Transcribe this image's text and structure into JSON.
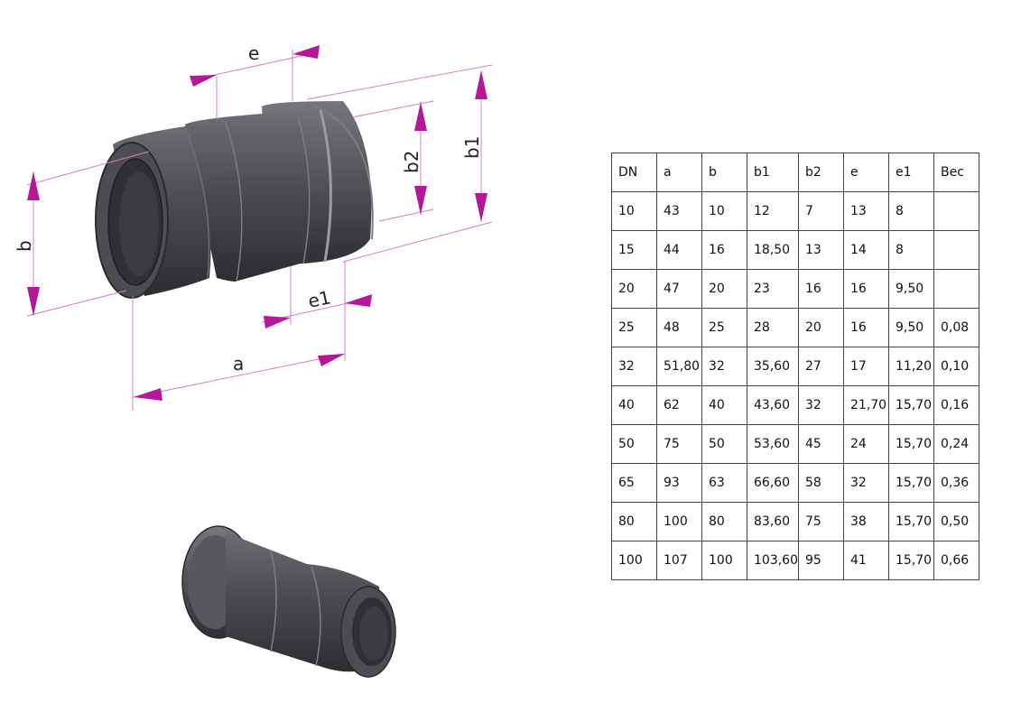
{
  "colors": {
    "arrow": "#b5169a",
    "dim_line": "#d27fc4",
    "body": "#4a4c50",
    "body_dark": "#2c2d30",
    "body_light": "#6b6d72"
  },
  "drawing": {
    "labels": {
      "e": "e",
      "e1": "e1",
      "a": "a",
      "b": "b",
      "b1": "b1",
      "b2": "b2"
    }
  },
  "table": {
    "headers": [
      "DN",
      "a",
      "b",
      "b1",
      "b2",
      "e",
      "e1",
      "Вес"
    ],
    "rows": [
      [
        "10",
        "43",
        "10",
        "12",
        "7",
        "13",
        "8",
        ""
      ],
      [
        "15",
        "44",
        "16",
        "18,50",
        "13",
        "14",
        "8",
        ""
      ],
      [
        "20",
        "47",
        "20",
        "23",
        "16",
        "16",
        "9,50",
        ""
      ],
      [
        "25",
        "48",
        "25",
        "28",
        "20",
        "16",
        "9,50",
        "0,08"
      ],
      [
        "32",
        "51,80",
        "32",
        "35,60",
        "27",
        "17",
        "11,20",
        "0,10"
      ],
      [
        "40",
        "62",
        "40",
        "43,60",
        "32",
        "21,70",
        "15,70",
        "0,16"
      ],
      [
        "50",
        "75",
        "50",
        "53,60",
        "45",
        "24",
        "15,70",
        "0,24"
      ],
      [
        "65",
        "93",
        "63",
        "66,60",
        "58",
        "32",
        "15,70",
        "0,36"
      ],
      [
        "80",
        "100",
        "80",
        "83,60",
        "75",
        "38",
        "15,70",
        "0,50"
      ],
      [
        "100",
        "107",
        "100",
        "103,60",
        "95",
        "41",
        "15,70",
        "0,66"
      ]
    ]
  }
}
